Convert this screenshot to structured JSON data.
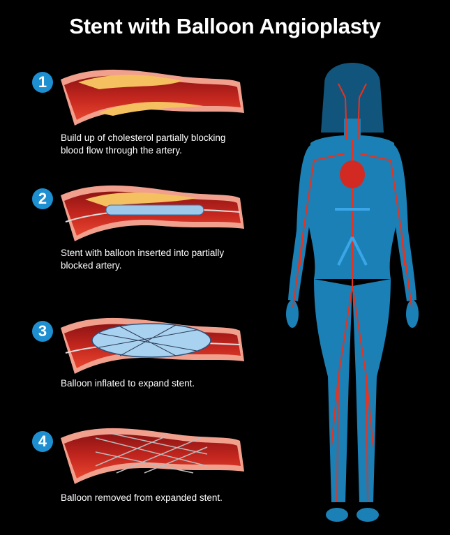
{
  "title": "Stent with Balloon Angioplasty",
  "steps": [
    {
      "number": "1",
      "caption_line1": "Build up of cholesterol partially blocking",
      "caption_line2": "blood flow through the artery."
    },
    {
      "number": "2",
      "caption_line1": "Stent with balloon inserted into partially",
      "caption_line2": "blocked artery."
    },
    {
      "number": "3",
      "caption_line1": "Balloon inflated to expand stent."
    },
    {
      "number": "4",
      "caption_line1": "Balloon removed from expanded stent."
    }
  ],
  "colors": {
    "badge": "#1e8fd0",
    "artery": "#d9332a",
    "plaque": "#f3b24a",
    "body": "#1f8ec9",
    "vessels": "#e8321f"
  }
}
